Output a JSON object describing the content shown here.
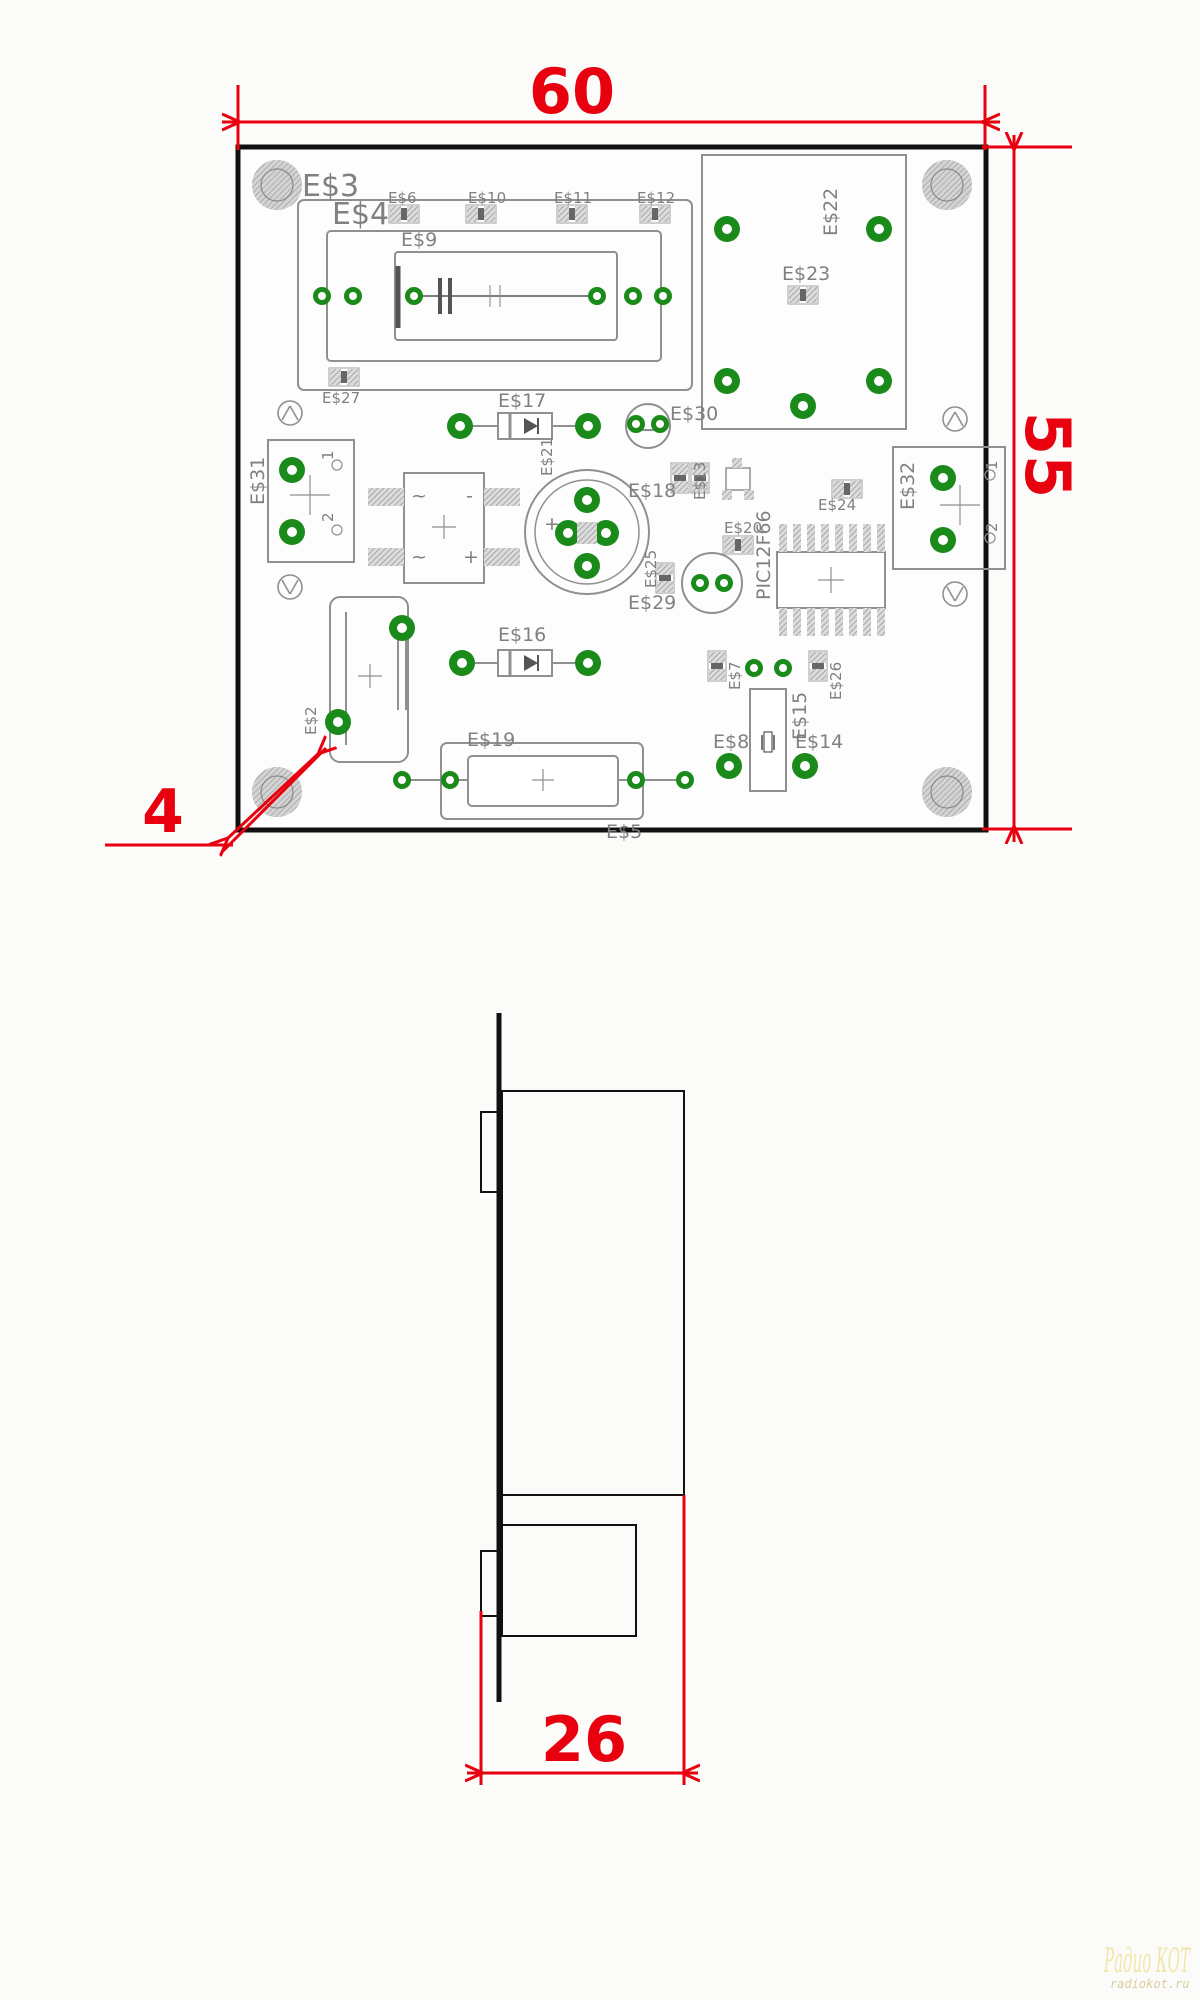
{
  "dimensions": {
    "width": "60",
    "height": "55",
    "hole_offset": "4",
    "depth": "26"
  },
  "labels": {
    "e3": "E$3",
    "e4": "E$4",
    "e6": "E$6",
    "e10": "E$10",
    "e11": "E$11",
    "e12": "E$12",
    "e9": "E$9",
    "e22": "E$22",
    "e23": "E$23",
    "e27": "E$27",
    "e17": "E$17",
    "e30": "E$30",
    "e21": "E$21",
    "e31": "E$31",
    "e32": "E$32",
    "e18": "E$18",
    "e13": "E$13",
    "e24": "E$24",
    "e20": "E$20",
    "pic": "PIC12F66",
    "e25": "E$25",
    "e29": "E$29",
    "e16": "E$16",
    "e7": "E$7",
    "e26": "E$26",
    "e15": "E$15",
    "e2": "E$2",
    "e19": "E$19",
    "e8": "E$8",
    "e14": "E$14",
    "e5": "E$5",
    "pin1": "1",
    "pin2": "2",
    "minus": "-",
    "tilde": "~",
    "plus": "+"
  },
  "watermark": {
    "logo": "Радио КОТ",
    "url": "radiokot.ru"
  },
  "colors": {
    "dimension": "#e8000e",
    "pad_ring": "#1a8a1a",
    "outline": "#909090",
    "board_edge": "#111111"
  }
}
